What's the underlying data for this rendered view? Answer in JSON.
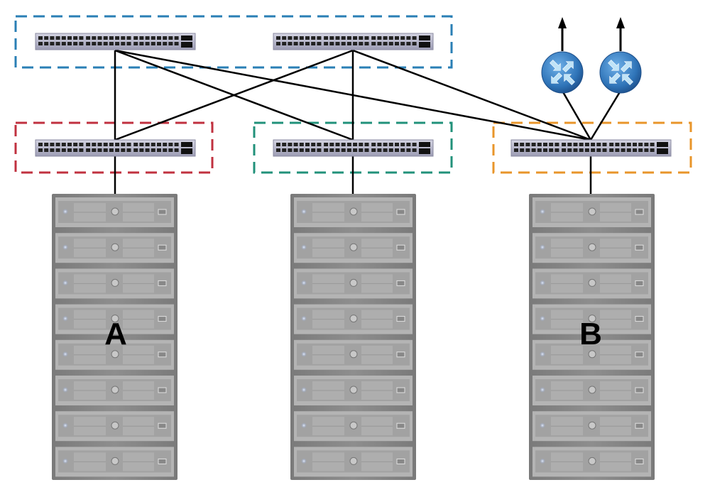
{
  "diagram": {
    "labels": {
      "rack_a": "A",
      "rack_b": "B"
    },
    "colors": {
      "spine_group": "#2a7fb5",
      "leaf_1_group": "#c0313f",
      "leaf_2_group": "#21917a",
      "leaf_3_group": "#e8952a",
      "link": "#000000",
      "router": "#2f74b8"
    },
    "spine_switches": [
      "spine-1",
      "spine-2"
    ],
    "leaf_switches": [
      "leaf-1",
      "leaf-2",
      "leaf-3"
    ],
    "racks": [
      "rack-1",
      "rack-2",
      "rack-3"
    ],
    "units_per_rack": 8,
    "routers": [
      "router-1",
      "router-2"
    ],
    "links": [
      [
        "spine-1",
        "leaf-1"
      ],
      [
        "spine-1",
        "leaf-2"
      ],
      [
        "spine-1",
        "leaf-3"
      ],
      [
        "spine-2",
        "leaf-1"
      ],
      [
        "spine-2",
        "leaf-2"
      ],
      [
        "spine-2",
        "leaf-3"
      ],
      [
        "router-1",
        "leaf-3"
      ],
      [
        "router-2",
        "leaf-3"
      ]
    ],
    "icons": {
      "switch": "network-switch-icon",
      "server": "server-rack-icon",
      "router": "router-icon",
      "uplink": "arrow-up-icon"
    }
  }
}
